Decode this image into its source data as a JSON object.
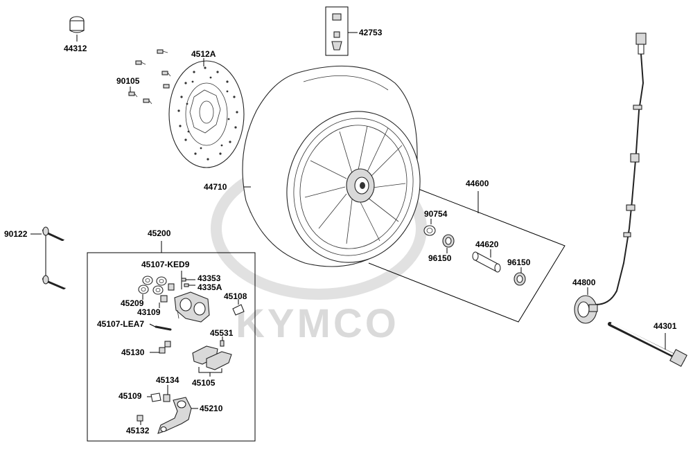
{
  "watermark": {
    "brand": "KYMCO",
    "color": "#d6d6d6"
  },
  "labels": {
    "p44312": "44312",
    "p90105": "90105",
    "p4512A": "4512A",
    "p42753": "42753",
    "p44710": "44710",
    "p44600": "44600",
    "p90754": "90754",
    "p96150a": "96150",
    "p44620": "44620",
    "p96150b": "96150",
    "p90122": "90122",
    "p45200": "45200",
    "p45107KED9": "45107-KED9",
    "p43353": "43353",
    "p4335A": "4335A",
    "p45209": "45209",
    "p43109": "43109",
    "p45108": "45108",
    "p45107LEA7": "45107-LEA7",
    "p45531": "45531",
    "p45130": "45130",
    "p45105": "45105",
    "p45134": "45134",
    "p45109": "45109",
    "p45210": "45210",
    "p45132": "45132",
    "p44800": "44800",
    "p44301": "44301"
  }
}
